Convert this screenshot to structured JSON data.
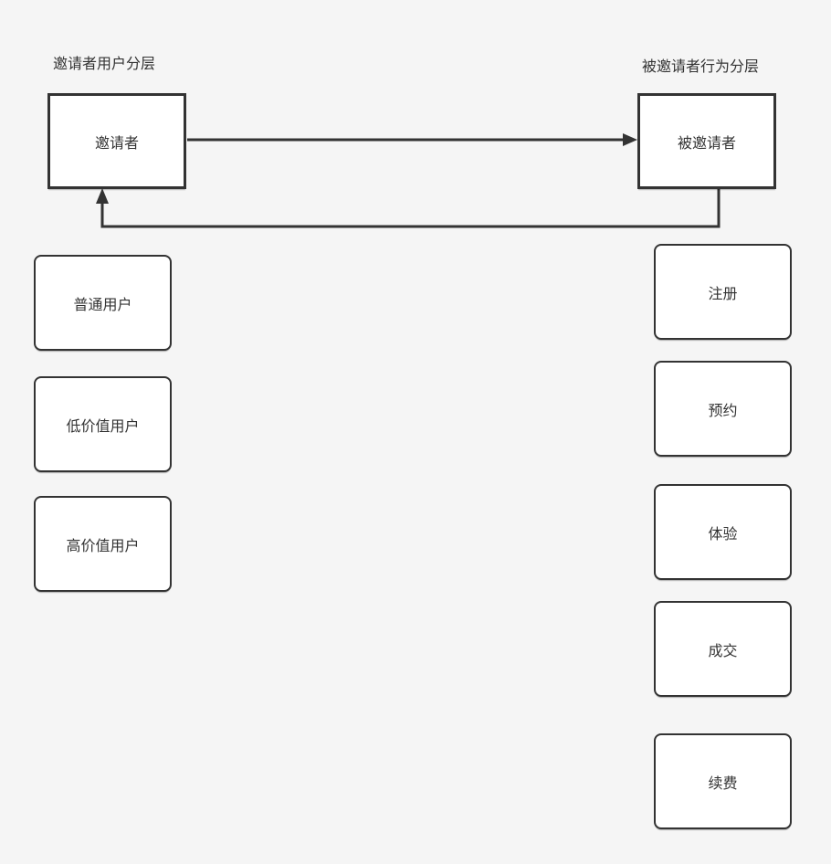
{
  "colors": {
    "background": "#f5f5f5",
    "box_fill": "#ffffff",
    "line": "#333333",
    "text": "#333333"
  },
  "diagram": {
    "left_section": {
      "label": "邀请者用户分层",
      "node": "邀请者",
      "items": [
        "普通用户",
        "低价值用户",
        "高价值用户"
      ]
    },
    "right_section": {
      "label": "被邀请者行为分层",
      "node": "被邀请者",
      "items": [
        "注册",
        "预约",
        "体验",
        "成交",
        "续费"
      ]
    },
    "connections": [
      {
        "from": "邀请者",
        "to": "被邀请者"
      },
      {
        "from": "被邀请者",
        "to": "邀请者"
      }
    ]
  }
}
